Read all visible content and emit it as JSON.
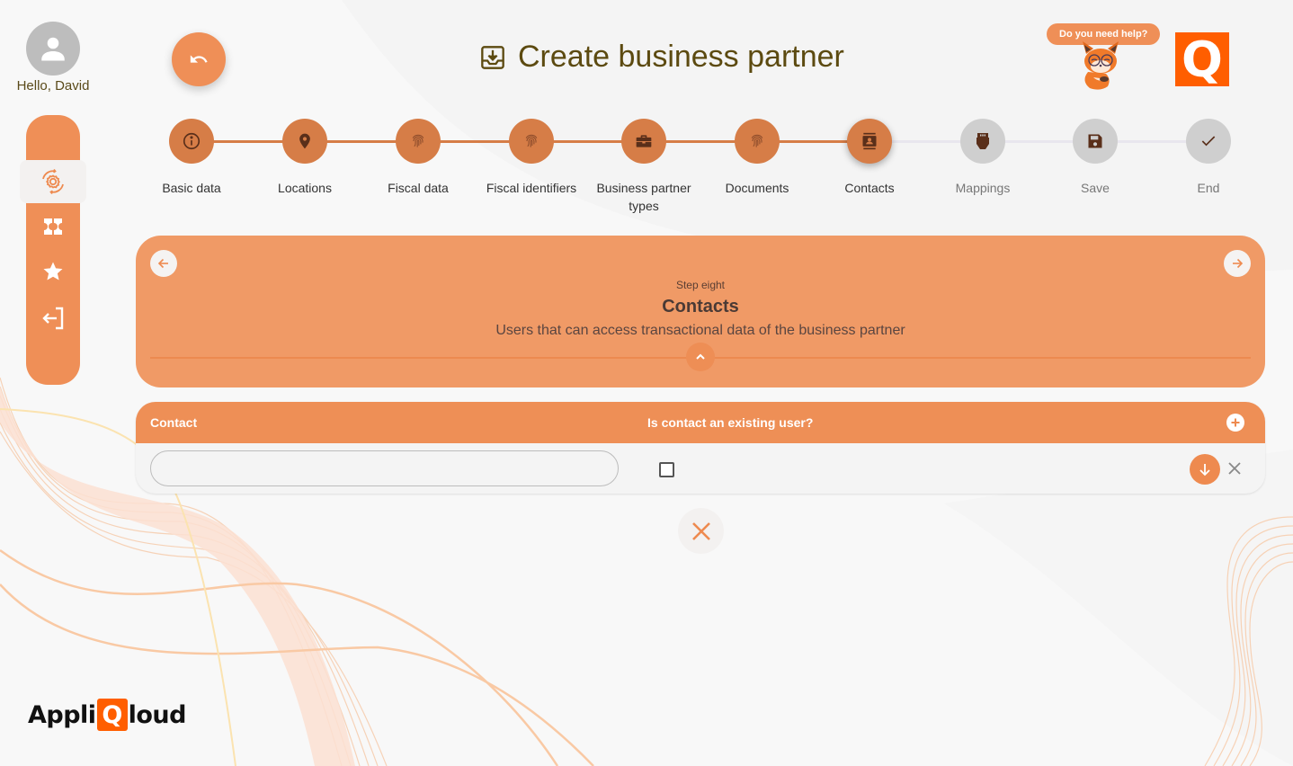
{
  "user": {
    "greeting": "Hello, David"
  },
  "sidebar": {
    "items": [
      {
        "name": "settings-sync",
        "icon": "gear-sync-icon",
        "active": true
      },
      {
        "name": "tickets",
        "icon": "ticket-icon",
        "active": false
      },
      {
        "name": "favorites",
        "icon": "star-icon",
        "active": false
      },
      {
        "name": "logout",
        "icon": "logout-icon",
        "active": false
      }
    ]
  },
  "header": {
    "title": "Create business partner",
    "title_icon": "download-box-icon",
    "undo_icon": "undo-icon",
    "help_text": "Do you need help?",
    "logo_letter": "Q"
  },
  "stepper": {
    "steps": [
      {
        "label": "Basic data",
        "icon": "info-icon",
        "state": "done"
      },
      {
        "label": "Locations",
        "icon": "location-pin-icon",
        "state": "done"
      },
      {
        "label": "Fiscal data",
        "icon": "fingerprint-icon",
        "state": "done"
      },
      {
        "label": "Fiscal identifiers",
        "icon": "fingerprint-icon",
        "state": "done"
      },
      {
        "label": "Business partner types",
        "icon": "briefcase-icon",
        "state": "done"
      },
      {
        "label": "Documents",
        "icon": "fingerprint-icon",
        "state": "done"
      },
      {
        "label": "Contacts",
        "icon": "contact-book-icon",
        "state": "current"
      },
      {
        "label": "Mappings",
        "icon": "connector-icon",
        "state": "todo"
      },
      {
        "label": "Save",
        "icon": "floppy-icon",
        "state": "todo"
      },
      {
        "label": "End",
        "icon": "check-icon",
        "state": "todo"
      }
    ]
  },
  "info_card": {
    "step_number": "Step eight",
    "title": "Contacts",
    "subtitle": "Users that can access transactional data of the business partner"
  },
  "table": {
    "columns": [
      "Contact",
      "Is contact an existing user?"
    ],
    "rows": [
      {
        "contact": "",
        "existing_user": false
      }
    ]
  },
  "colors": {
    "accent": "#ef8f57",
    "step_done": "#d67d47",
    "step_todo": "#cfcfcf",
    "title_color": "#5c4a10",
    "logo_orange": "#ff5e00"
  },
  "brand": {
    "prefix": "Appli",
    "q": "Q",
    "suffix": "loud"
  }
}
